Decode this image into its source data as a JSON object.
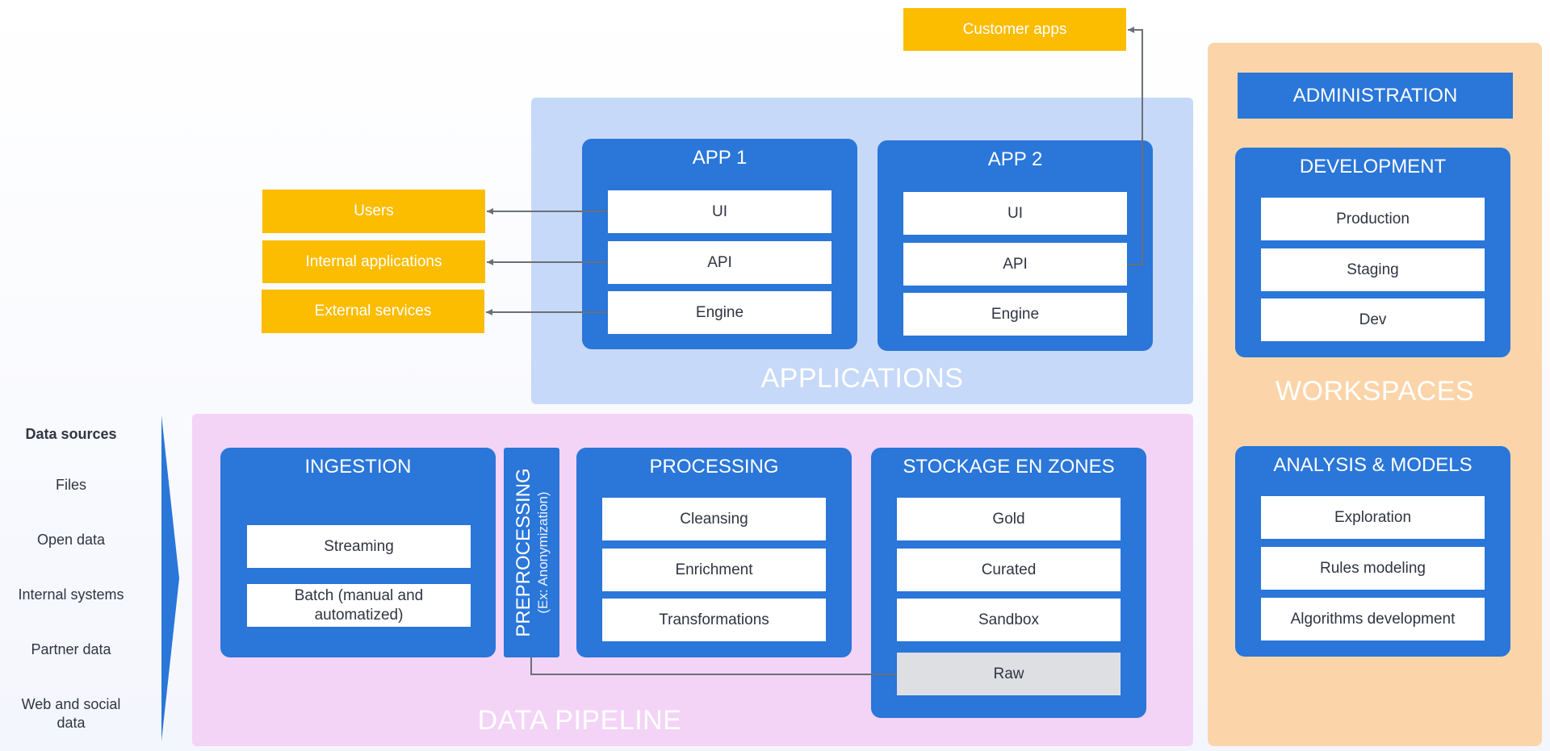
{
  "customer_apps": "Customer apps",
  "consumers": {
    "users": "Users",
    "internal_applications": "Internal applications",
    "external_services": "External services"
  },
  "applications": {
    "title": "APPLICATIONS",
    "app1": {
      "title": "APP 1",
      "items": [
        "UI",
        "API",
        "Engine"
      ]
    },
    "app2": {
      "title": "APP 2",
      "items": [
        "UI",
        "API",
        "Engine"
      ]
    }
  },
  "workspaces": {
    "title": "WORKSPACES",
    "administration": "ADMINISTRATION",
    "development": {
      "title": "DEVELOPMENT",
      "items": [
        "Production",
        "Staging",
        "Dev"
      ]
    },
    "analysis": {
      "title": "ANALYSIS & MODELS",
      "items": [
        "Exploration",
        "Rules modeling",
        "Algorithms development"
      ]
    }
  },
  "data_sources": {
    "title": "Data sources",
    "items": [
      "Files",
      "Open data",
      "Internal systems",
      "Partner data",
      "Web and social data"
    ]
  },
  "pipeline": {
    "title": "DATA PIPELINE",
    "ingestion": {
      "title": "INGESTION",
      "items": [
        "Streaming",
        "Batch (manual and automatized)"
      ]
    },
    "preprocessing": {
      "title": "PREPROCESSING",
      "subtitle": "(Ex: Anonymization)"
    },
    "processing": {
      "title": "PROCESSING",
      "items": [
        "Cleansing",
        "Enrichment",
        "Transformations"
      ]
    },
    "storage": {
      "title": "STOCKAGE EN ZONES",
      "items": [
        "Gold",
        "Curated",
        "Sandbox",
        "Raw"
      ]
    }
  },
  "colors": {
    "panel_blue": "#2a76d9",
    "orange": "#fcbc00",
    "applications_bg": "#c7d9f8",
    "pipeline_bg": "#f3d4f6",
    "workspaces_bg": "#fbd5a9",
    "raw_zone": "#dedfe3"
  }
}
